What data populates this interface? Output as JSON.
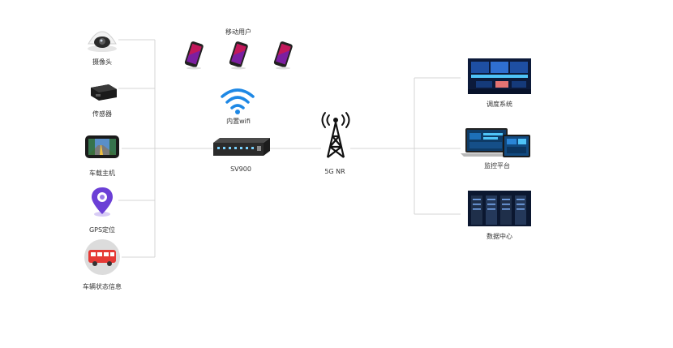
{
  "left_devices": {
    "camera": "摄像头",
    "sensor": "传感器",
    "vehicle_host": "车载主机",
    "gps": "GPS定位",
    "vehicle_status": "车辆状态信息"
  },
  "center": {
    "mobile_users": "移动用户",
    "wifi": "内置wifi",
    "router": "SV900",
    "tower": "5G NR"
  },
  "right_systems": {
    "dispatch": "调度系统",
    "monitor": "监控平台",
    "data_center": "数据中心"
  },
  "colors": {
    "line": "#d4d4d4",
    "wifi": "#1e88e5",
    "gps": "#6b3fd6",
    "bus": "#e53935"
  }
}
